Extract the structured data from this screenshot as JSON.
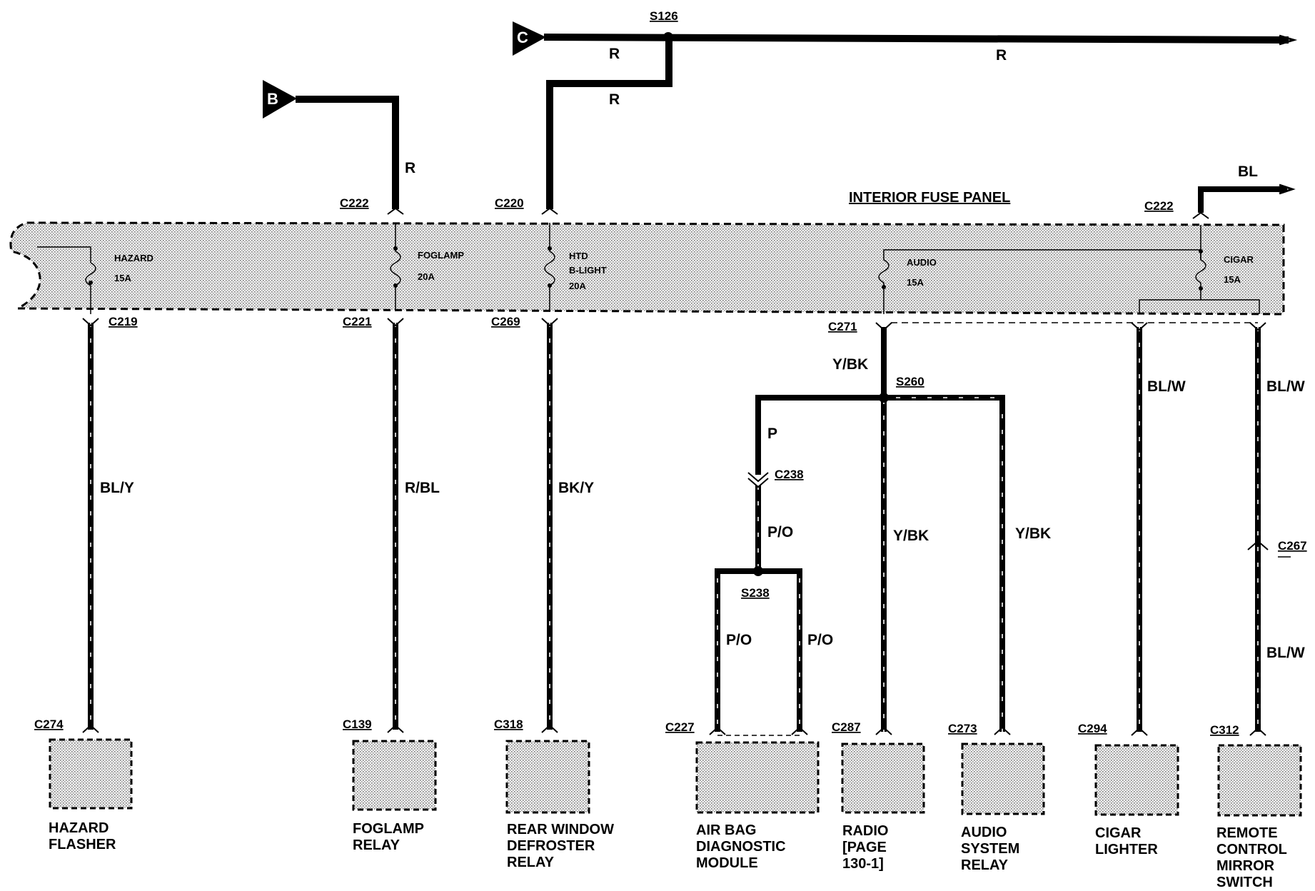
{
  "panel": {
    "title": "INTERIOR FUSE PANEL"
  },
  "terminals": {
    "b": "B",
    "c": "C"
  },
  "splices": {
    "s126": "S126",
    "s260": "S260",
    "s238": "S238"
  },
  "feed": {
    "c_wire_1": "R",
    "c_wire_2": "R",
    "drop_wire": "R",
    "b_wire": "R",
    "bl_wire": "BL"
  },
  "fuses": {
    "hazard": {
      "name": "HAZARD",
      "rating": "15A"
    },
    "foglamp": {
      "name": "FOGLAMP",
      "rating": "20A"
    },
    "htd": {
      "name1": "HTD",
      "name2": "B-LIGHT",
      "rating": "20A"
    },
    "audio": {
      "name": "AUDIO",
      "rating": "15A"
    },
    "cigar": {
      "name": "CIGAR",
      "rating": "15A"
    }
  },
  "connectors": {
    "c222_left": "C222",
    "c220": "C220",
    "c222_right": "C222",
    "c219": "C219",
    "c221": "C221",
    "c269": "C269",
    "c271": "C271",
    "c238": "C238",
    "c267": "C267",
    "c274": "C274",
    "c139": "C139",
    "c318": "C318",
    "c227": "C227",
    "c287": "C287",
    "c273": "C273",
    "c294": "C294",
    "c312": "C312"
  },
  "wires": {
    "hazard": "BL/Y",
    "foglamp": "R/BL",
    "defrost": "BK/Y",
    "audio_main": "Y/BK",
    "airbag_p": "P",
    "airbag_po": "P/O",
    "airbag_po_left": "P/O",
    "airbag_po_right": "P/O",
    "radio": "Y/BK",
    "audio_relay": "Y/BK",
    "cigar": "BL/W",
    "mirror_upper": "BL/W",
    "mirror_lower": "BL/W"
  },
  "components": {
    "hazard": [
      "HAZARD",
      "FLASHER"
    ],
    "foglamp": [
      "FOGLAMP",
      "RELAY"
    ],
    "defrost": [
      "REAR WINDOW",
      "DEFROSTER",
      "RELAY"
    ],
    "airbag": [
      "AIR BAG",
      "DIAGNOSTIC",
      "MODULE"
    ],
    "radio": [
      "RADIO",
      "[PAGE",
      "130-1]"
    ],
    "audio": [
      "AUDIO",
      "SYSTEM",
      "RELAY"
    ],
    "cigar": [
      "CIGAR",
      "LIGHTER"
    ],
    "mirror": [
      "REMOTE",
      "CONTROL",
      "MIRROR",
      "SWITCH"
    ]
  }
}
